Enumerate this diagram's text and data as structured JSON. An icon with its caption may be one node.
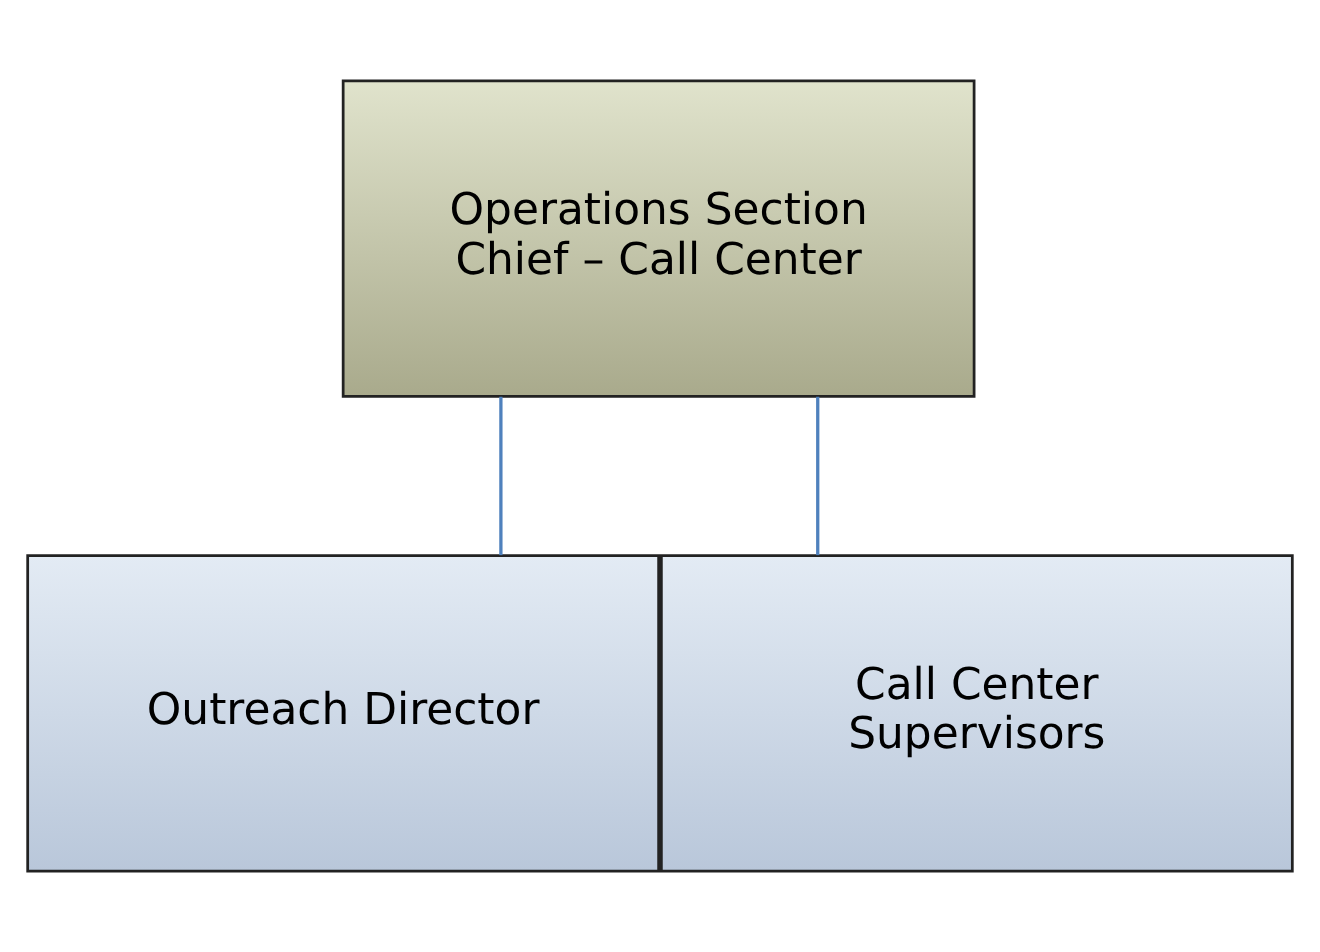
{
  "diagram": {
    "nodes": [
      {
        "text": [
          "Operations Section Chief – Call Center"
        ]
      },
      {
        "text": [
          "Outreach Director"
        ]
      },
      {
        "text": [
          "Call Center Supervisors"
        ]
      }
    ],
    "edges": [
      {
        "from": 0,
        "to": 1,
        "arrow": "none"
      },
      {
        "from": 0,
        "to": 2,
        "arrow": "none"
      }
    ]
  }
}
